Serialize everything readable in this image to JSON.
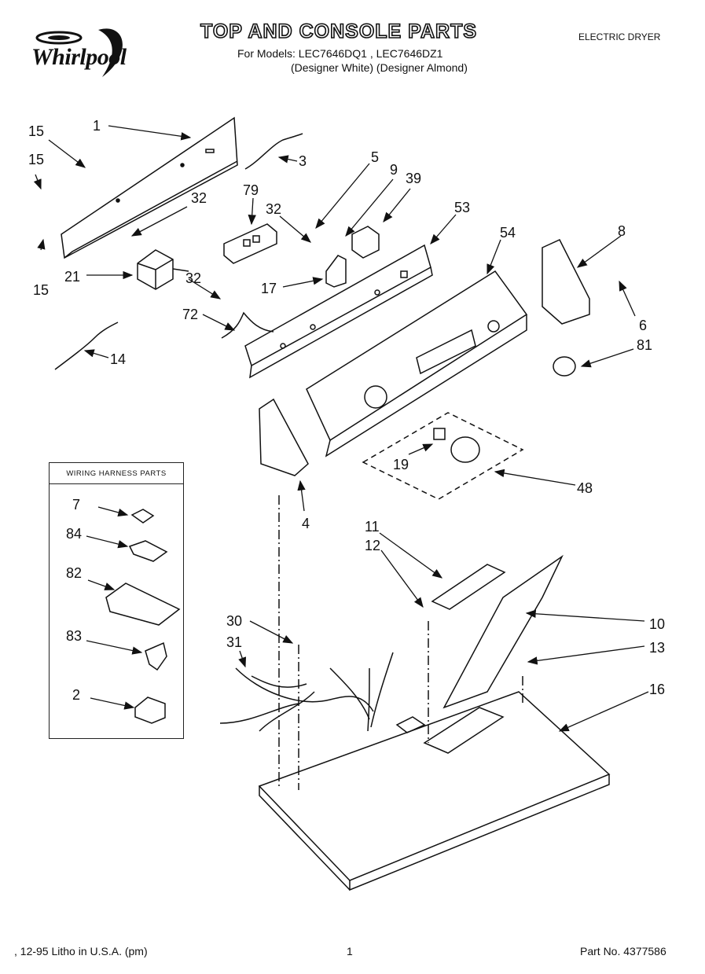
{
  "header": {
    "brand": "Whirlpool",
    "title": "TOP AND CONSOLE PARTS",
    "models_line": "For Models: LEC7646DQ1 , LEC7646DZ1",
    "designer_line": "(Designer White) (Designer Almond)",
    "doc_type": "ELECTRIC DRYER"
  },
  "harness_box": {
    "title": "WIRING HARNESS PARTS"
  },
  "callouts": {
    "c1": "1",
    "c2": "2",
    "c3": "3",
    "c4": "4",
    "c5": "5",
    "c6": "6",
    "c7": "7",
    "c8": "8",
    "c9": "9",
    "c10": "10",
    "c11": "11",
    "c12": "12",
    "c13": "13",
    "c14": "14",
    "c15a": "15",
    "c15b": "15",
    "c15c": "15",
    "c16": "16",
    "c17": "17",
    "c19": "19",
    "c21": "21",
    "c30": "30",
    "c31": "31",
    "c32a": "32",
    "c32b": "32",
    "c32c": "32",
    "c39": "39",
    "c48": "48",
    "c53": "53",
    "c54": "54",
    "c72": "72",
    "c79": "79",
    "c81": "81",
    "c82": "82",
    "c83": "83",
    "c84": "84"
  },
  "footer": {
    "litho": ", 12-95 Litho in U.S.A. (pm)",
    "page": "1",
    "part_no": "Part No. 4377586"
  }
}
